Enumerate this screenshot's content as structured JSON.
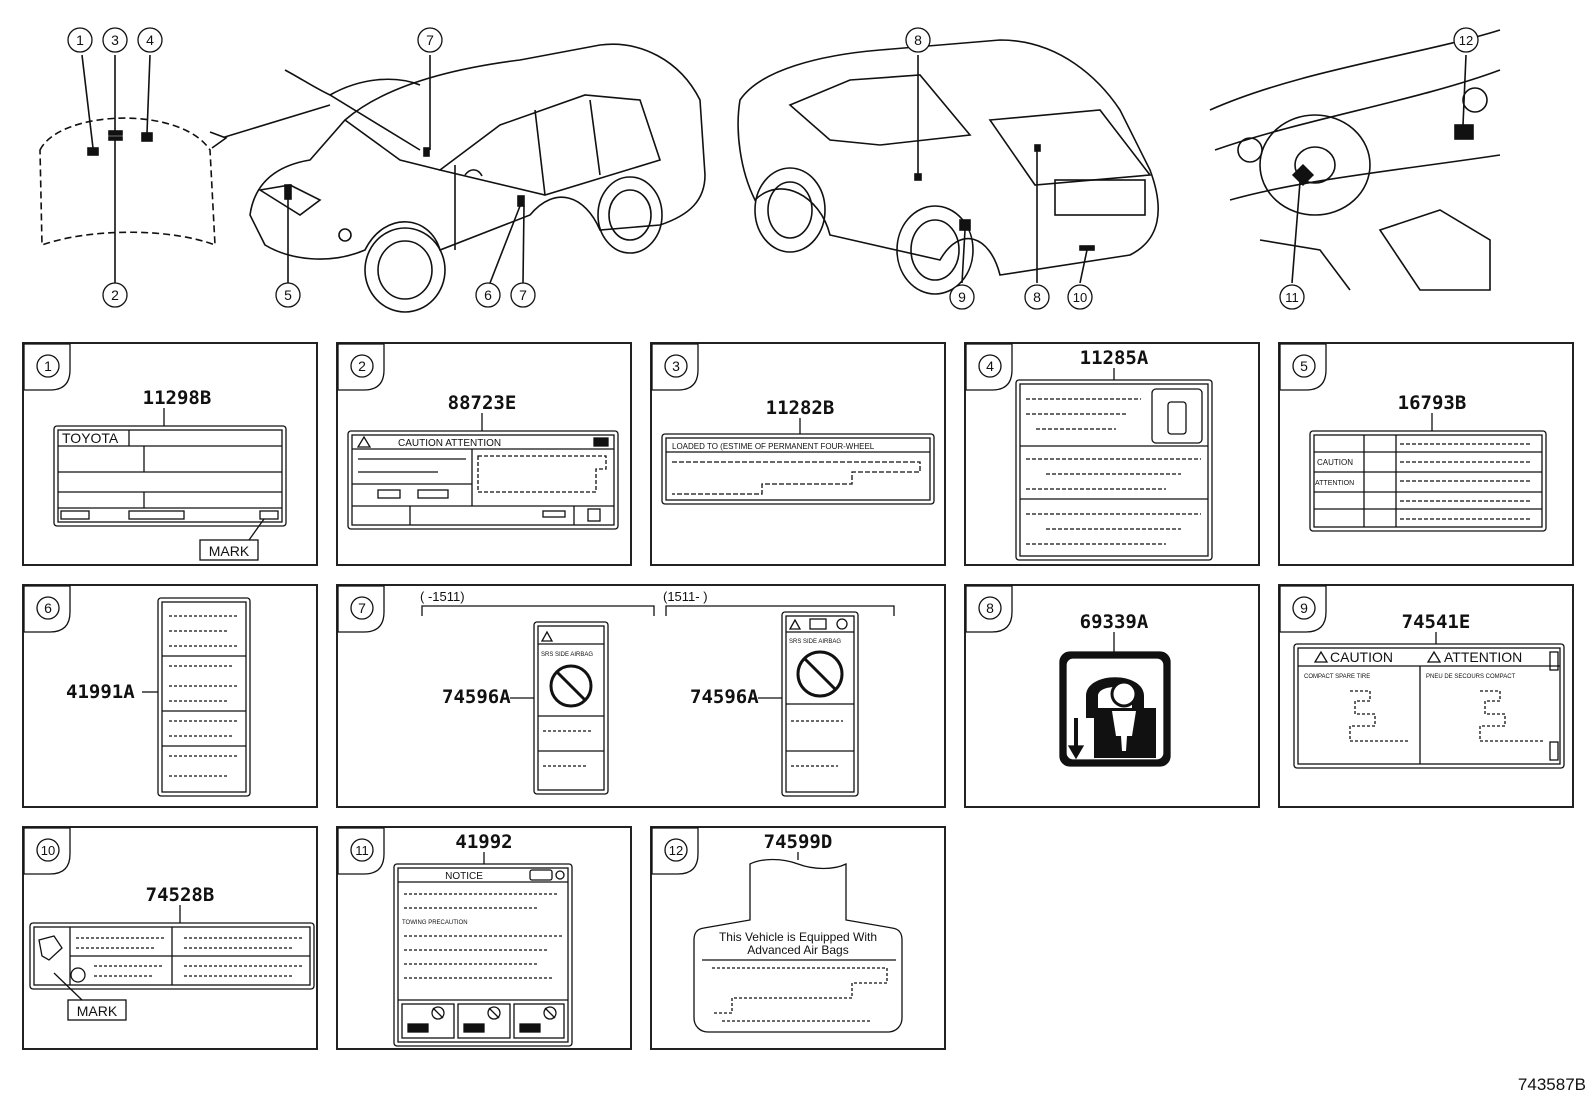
{
  "callouts_top": [
    "1",
    "2",
    "3",
    "4",
    "5",
    "6",
    "7",
    "7",
    "8",
    "8",
    "9",
    "10",
    "11",
    "12"
  ],
  "panels": [
    {
      "num": "1",
      "code": "11298B",
      "brand": "TOYOTA",
      "mark": "MARK"
    },
    {
      "num": "2",
      "code": "88723E",
      "caption": "CAUTION ATTENTION"
    },
    {
      "num": "3",
      "code": "11282B",
      "caption": "LOADED TO (ESTIME OF PERMANENT FOUR-WHEEL"
    },
    {
      "num": "4",
      "code": "11285A"
    },
    {
      "num": "5",
      "code": "16793B",
      "rows": [
        "CAUTION",
        "ATTENTION"
      ]
    },
    {
      "num": "6",
      "code": "41991A"
    },
    {
      "num": "7",
      "code": "74596A",
      "code2": "74596A",
      "range1": "(    -1511)",
      "range2": "(1511-     )",
      "srs": "SRS  SIDE  AIRBAG"
    },
    {
      "num": "8",
      "code": "69339A"
    },
    {
      "num": "9",
      "code": "74541E",
      "caution": "CAUTION",
      "attention": "ATTENTION",
      "left_sub": "COMPACT SPARE TIRE",
      "right_sub": "PNEU DE SECOURS COMPACT"
    },
    {
      "num": "10",
      "code": "74528B",
      "mark": "MARK"
    },
    {
      "num": "11",
      "code": "41992",
      "notice": "NOTICE",
      "sub": "TOWING PRECAUTION"
    },
    {
      "num": "12",
      "code": "74599D",
      "line1": "This Vehicle is Equipped With",
      "line2": "Advanced  Air  Bags"
    }
  ],
  "catalog_id": "743587B"
}
